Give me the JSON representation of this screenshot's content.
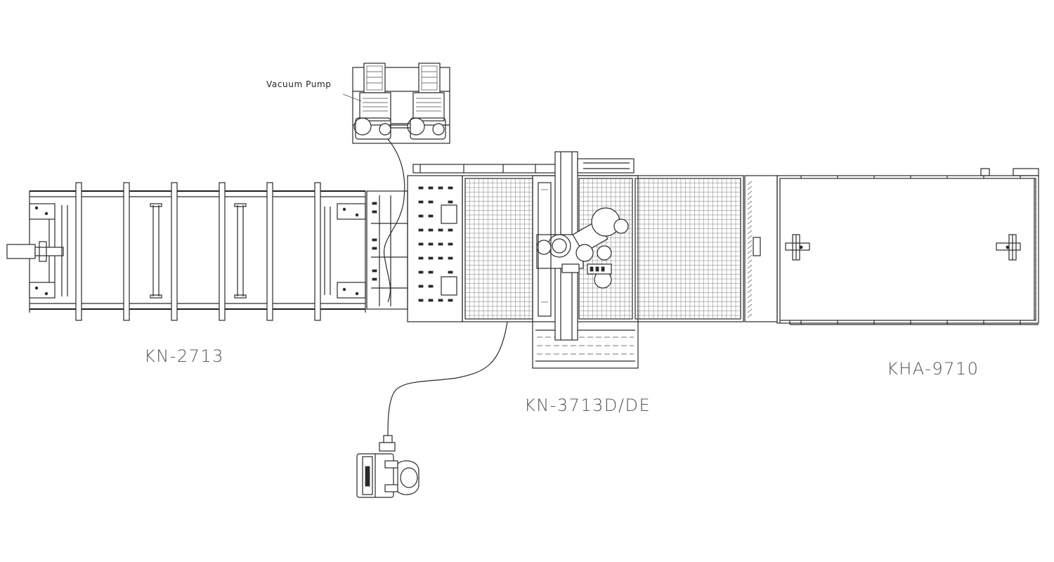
{
  "labels": {
    "vacuum_pump": "Vacuum Pump",
    "loader": "KN-2713",
    "cnc": "KN-3713D/DE",
    "unloader": "KHA-9710"
  },
  "colors": {
    "line": "#2a2a2a",
    "label_text": "#555555",
    "background": "#ffffff"
  }
}
